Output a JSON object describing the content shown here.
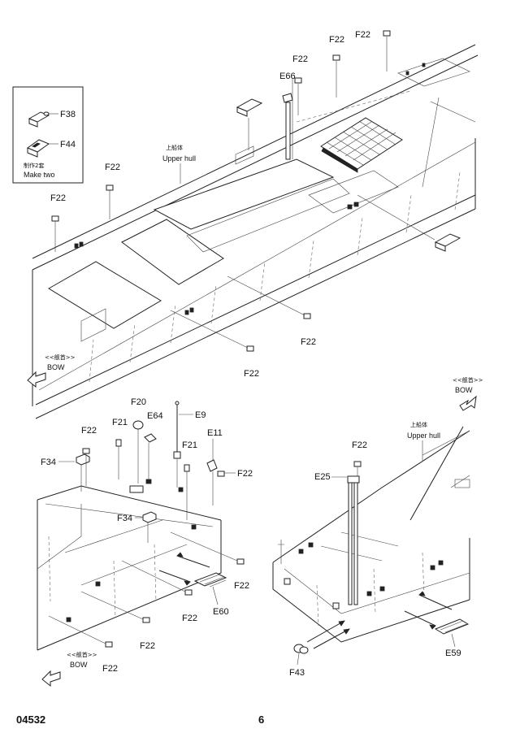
{
  "labels": {
    "f38": "F38",
    "f44": "F44",
    "make_two_cn": "制作2套",
    "make_two": "Make two",
    "upper_hull_cn_1": "上船体",
    "upper_hull_1": "Upper hull",
    "upper_hull_cn_2": "上船体",
    "upper_hull_2": "Upper hull",
    "bow_cn_1": "<<舰首>>",
    "bow_1": "BOW",
    "bow_cn_2": "<<舰首>>",
    "bow_2": "BOW",
    "bow_cn_3": "<<舰首>>",
    "bow_3": "BOW",
    "f22": "F22",
    "e66": "E66",
    "f20": "F20",
    "f21": "F21",
    "e64": "E64",
    "e9": "E9",
    "e11": "E11",
    "f34": "F34",
    "e60": "E60",
    "e25": "E25",
    "e59": "E59",
    "f43": "F43"
  },
  "footer": {
    "code": "04532",
    "page": "6"
  }
}
